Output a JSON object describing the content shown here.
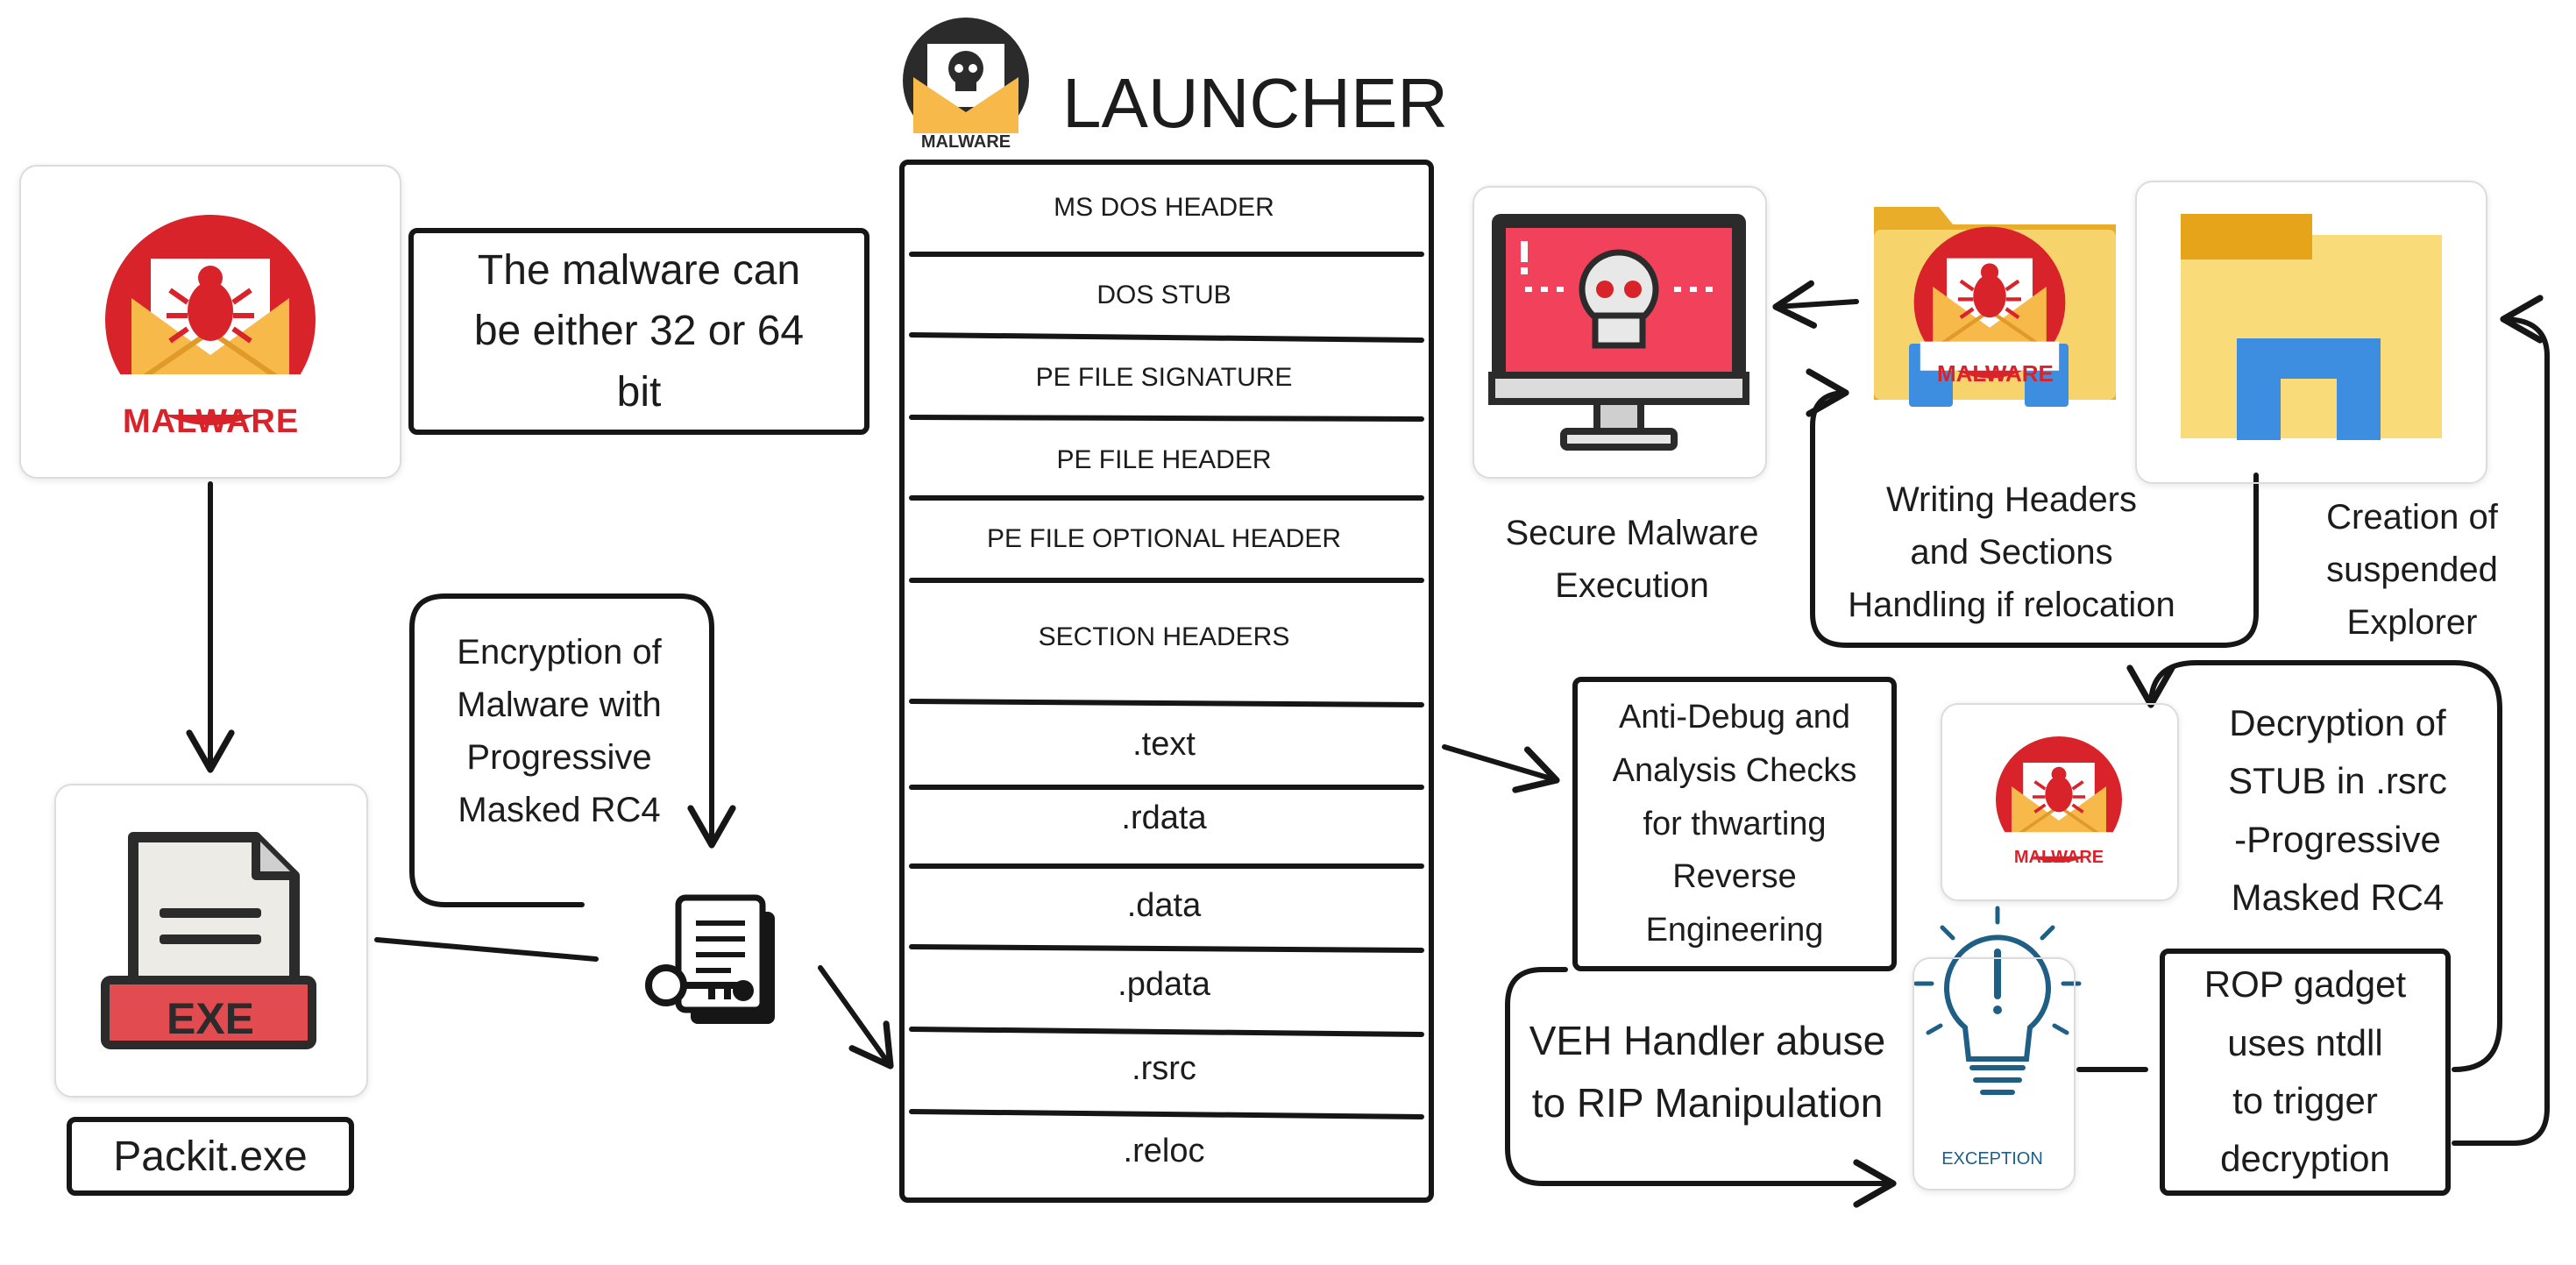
{
  "title": "LAUNCHER",
  "bit_note": "The malware can be either 32 or 64 bit",
  "packit_label": "Packit.exe",
  "exe_badge": "EXE",
  "malware_badge": "MALWARE",
  "encryption_note": "Encryption of\nMalware with\nProgressive\nMasked RC4",
  "pe_headers": [
    "MS DOS HEADER",
    "DOS STUB",
    "PE FILE SIGNATURE",
    "PE FILE HEADER",
    "PE FILE OPTIONAL HEADER",
    "SECTION HEADERS"
  ],
  "pe_sections": [
    ".text",
    ".rdata",
    ".data",
    ".pdata",
    ".rsrc",
    ".reloc"
  ],
  "anti_debug": "Anti-Debug and\nAnalysis Checks\nfor thwarting\nReverse\nEngineering",
  "veh_note": "VEH Handler abuse\nto RIP Manipulation",
  "exception_label": "EXCEPTION",
  "rop_note": "ROP gadget\nuses ntdll\nto trigger\ndecryption",
  "decryption_note": "Decryption of\nSTUB in .rsrc\n-Progressive\nMasked RC4",
  "explorer_note": "Creation of\nsuspended\nExplorer",
  "writing_note": "Writing Headers\nand Sections\nHandling if relocation",
  "secure_note": "Secure Malware\nExecution",
  "colors": {
    "ink": "#161616",
    "malware_red": "#d9232b",
    "envelope": "#f6b94a",
    "folder": "#f6d36b",
    "explorer_blue": "#3d8ee0",
    "monitor_red": "#f2415a"
  }
}
